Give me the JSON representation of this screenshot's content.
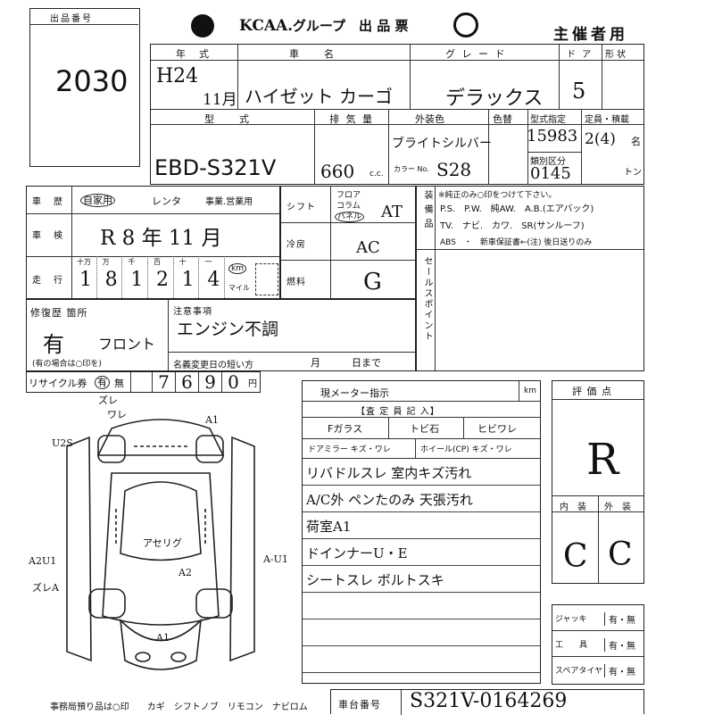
{
  "lot": {
    "label": "出品番号",
    "value": "2030"
  },
  "header": {
    "brand": "KCAA",
    "title_rest": ".グループ　出 品 票",
    "host_use": "主催者用"
  },
  "row1": {
    "year_label": "年　式",
    "name_label": "車　　名",
    "grade_label": "グ レ ー ド",
    "door_label": "ド ア",
    "shape_label": "形 状",
    "year": "H24",
    "month": "11月",
    "name": "ハイゼット カーゴ",
    "grade": "デラックス",
    "doors": "5"
  },
  "row2": {
    "model_label": "型　　式",
    "disp_label": "排 気 量",
    "color_label": "外装色",
    "colorname_label": "色替",
    "type_label": "型式指定",
    "cap_label": "定員・積載",
    "class_label": "類別区分",
    "model": "EBD-S321V",
    "displacement": "660",
    "cc": "c.c.",
    "color": "ブライトシルバー",
    "colorno_label": "カラー No.",
    "colorno": "S28",
    "type_no": "15983",
    "class_no": "0145",
    "capacity": "2(4)",
    "cap_unit": "名",
    "ton_unit": "トン"
  },
  "history": {
    "label": "車　歴",
    "options": [
      "自家用",
      "レンタ",
      "事業.営業用"
    ],
    "inspect_label": "車　検",
    "inspect": "R 8 年 11 月",
    "mileage_label": "走　行",
    "digits_labels": [
      "十万",
      "万",
      "千",
      "百",
      "十",
      "一"
    ],
    "digits": [
      "1",
      "8",
      "1",
      "2",
      "1",
      "4"
    ],
    "km": "km",
    "mile": "マイル"
  },
  "mid": {
    "shift_label": "シフト",
    "floor": "フロア",
    "column": "コラム",
    "panel": "パネル",
    "shift": "AT",
    "ac_label": "冷房",
    "ac": "AC",
    "fuel_label": "燃料",
    "fuel": "G"
  },
  "equip": {
    "label": "装備品",
    "note": "※純正のみ○印をつけて下さい。",
    "line1": "P.S.　P.W.　純AW.　A.B.(エアバック)",
    "line2": "TV.　ナビ.　カワ.　SR(サンルーフ)",
    "line3": "ABS　・　新車保証書←(注) 後日送りのみ",
    "sale_label": "セールスポイント"
  },
  "repair": {
    "label": "修復歴 箇所",
    "value": "有",
    "note": "(有の場合は○印を)",
    "hand": "フロント"
  },
  "caution": {
    "label": "注意事項",
    "value": "エンジン不調",
    "date_label": "名義変更日の短い方",
    "month": "月",
    "day": "日まで"
  },
  "recycle": {
    "label": "リサイクル券",
    "yes": "有",
    "no": "無",
    "amount": "7690",
    "yen": "円"
  },
  "meter": {
    "label": "現メーター指示",
    "km": "km"
  },
  "inspection": {
    "title": "【査 定 員 記 入】",
    "fglass": "Fガラス",
    "stone": "トビ石",
    "crack": "ヒビワレ",
    "mirror": "ドアミラー",
    "mirror_opts": "キズ・ワレ",
    "wheel": "ホイール(CP)",
    "wheel_opts": "キズ・ワレ",
    "notes": [
      "リバドルスレ 室内キズ汚れ",
      "A/C外 ペンたのみ 天張汚れ",
      "荷室A1",
      "ドインナーU・E",
      "シートスレ ボルトスキ"
    ]
  },
  "grade": {
    "label": "評 価 点",
    "value": "R",
    "interior_label": "内　装",
    "exterior_label": "外　装",
    "interior": "C",
    "exterior": "C"
  },
  "tools": [
    {
      "label": "ジャッキ",
      "value": "有・無"
    },
    {
      "label": "工　　具",
      "value": "有・無"
    },
    {
      "label": "スペアタイヤ",
      "value": "有・無"
    }
  ],
  "diagram_marks": [
    "ズレ",
    "ワレ",
    "A1",
    "U2S",
    "A2U1",
    "ズレA",
    "A-U1",
    "A1",
    "A2",
    "アセリグ"
  ],
  "footer": {
    "left": "事務局預り品は○印　　カギ　シフトノブ　リモコン　ナビロム",
    "chassis_label": "車台番号",
    "chassis": "S321V-0164269"
  }
}
